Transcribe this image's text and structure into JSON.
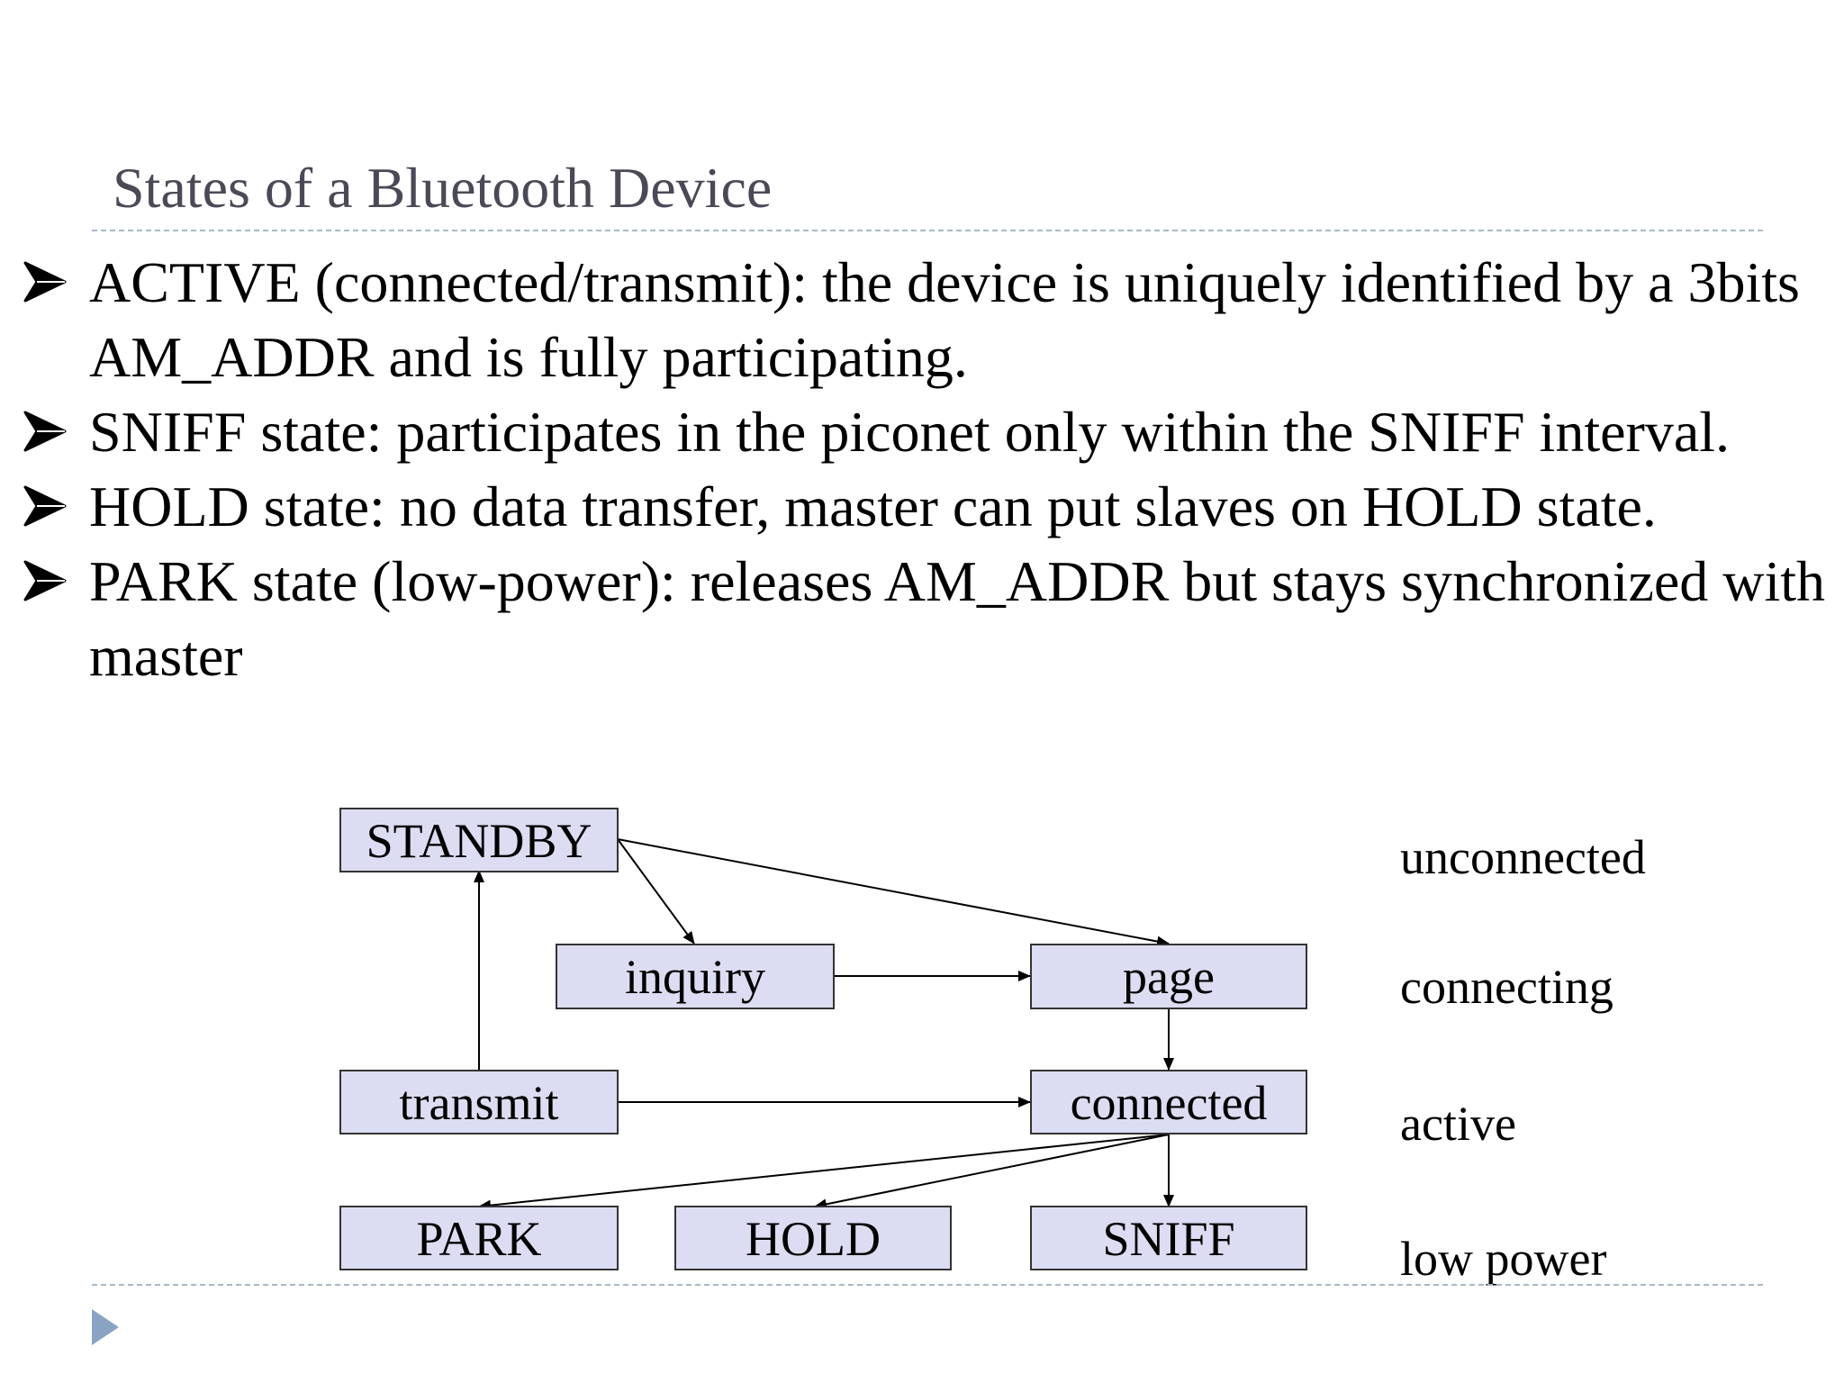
{
  "slide": {
    "title": "States of a Bluetooth Device"
  },
  "bullets": [
    {
      "text": "ACTIVE (connected/transmit): the device is uniquely identified by a 3bits AM_ADDR and  is fully participating."
    },
    {
      "text": "SNIFF state: participates in the piconet only within the SNIFF interval."
    },
    {
      "text": "HOLD state: no data transfer, master can put slaves on HOLD state."
    },
    {
      "text": "PARK state (low-power): releases AM_ADDR but stays synchronized with master"
    }
  ],
  "diagram": {
    "states": {
      "standby": "STANDBY",
      "inquiry": "inquiry",
      "page": "page",
      "transmit": "transmit",
      "connected": "connected",
      "park": "PARK",
      "hold": "HOLD",
      "sniff": "SNIFF"
    },
    "levels": [
      "unconnected",
      "connecting",
      "active",
      "low power"
    ],
    "transitions": [
      {
        "from": "STANDBY",
        "to": "inquiry"
      },
      {
        "from": "STANDBY",
        "to": "page"
      },
      {
        "from": "inquiry",
        "to": "page"
      },
      {
        "from": "page",
        "to": "connected"
      },
      {
        "from": "transmit",
        "to": "STANDBY"
      },
      {
        "from": "transmit",
        "to": "connected",
        "bidirectional": true
      },
      {
        "from": "connected",
        "to": "PARK"
      },
      {
        "from": "connected",
        "to": "HOLD"
      },
      {
        "from": "connected",
        "to": "SNIFF",
        "bidirectional": true
      }
    ],
    "colors": {
      "box_fill": "#dcdcf2",
      "title": "#4a4a57",
      "rule": "#a9b8c8",
      "marker": "#8aa3c2"
    }
  }
}
